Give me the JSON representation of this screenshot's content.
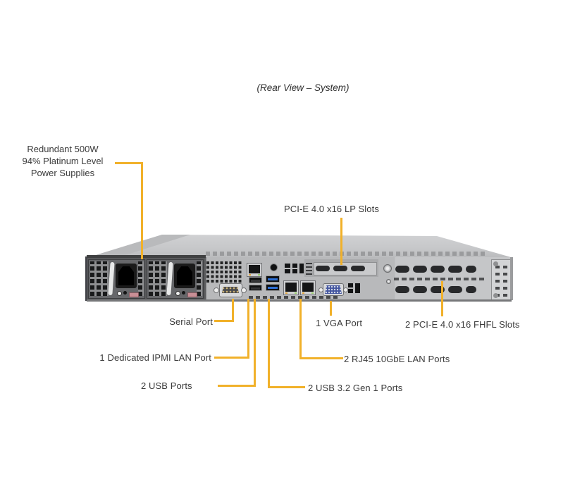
{
  "title": "(Rear View – System)",
  "labels": {
    "psu_line1": "Redundant 500W",
    "psu_line2": "94% Platinum Level",
    "psu_line3": "Power Supplies",
    "lp_slots": "PCI-E 4.0 x16 LP Slots",
    "serial": "Serial Port",
    "ipmi": "1 Dedicated IPMI LAN Port",
    "usb": "2 USB Ports",
    "usb32": "2 USB 3.2 Gen 1 Ports",
    "rj45": "2 RJ45 10GbE LAN Ports",
    "vga": "1 VGA Port",
    "fhfl": "2 PCI-E 4.0 x16 FHFL Slots"
  },
  "colors": {
    "leader_line": "#F1B12A",
    "label_text": "#3b3b3b",
    "usb3_blue": "#2e6fd4",
    "vga_blue": "#44569f",
    "chassis_gray": "#c6c7c9"
  }
}
